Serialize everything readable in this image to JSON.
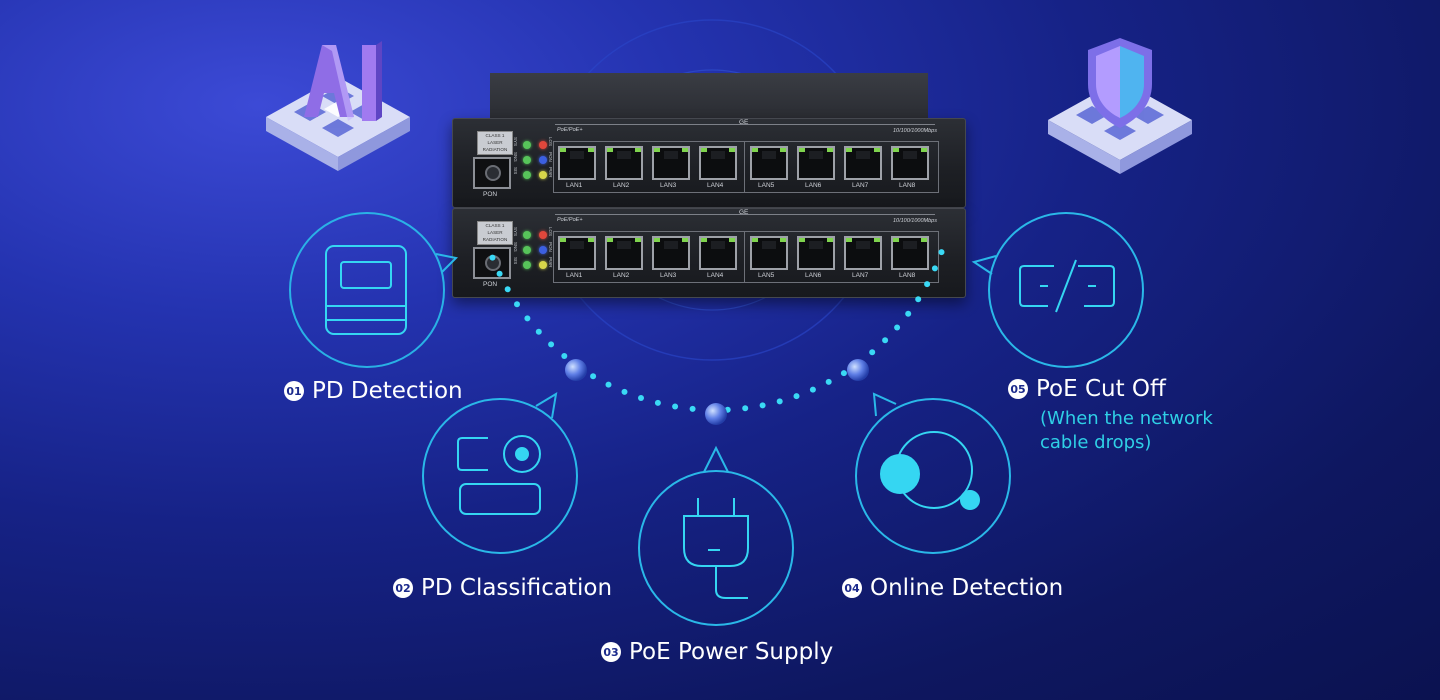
{
  "ai_badge": {
    "text": "AI"
  },
  "features": [
    {
      "num": "01",
      "label": "PD Detection"
    },
    {
      "num": "02",
      "label": "PD Classification"
    },
    {
      "num": "03",
      "label": "PoE Power Supply"
    },
    {
      "num": "04",
      "label": "Online Detection"
    },
    {
      "num": "05",
      "label": "PoE Cut Off",
      "note": "(When the network cable drops)"
    }
  ],
  "device": {
    "units": [
      {
        "class_label": "CLASS 1 LASER RADIATION",
        "band_label": "GE",
        "poe_label": "PoE/PoE+",
        "speed_label": "10/100/1000Mbps",
        "pon_label": "PON",
        "led_labels": [
          "LOS",
          "PON",
          "PWR",
          "SYS",
          "SNG",
          "SIS"
        ],
        "ports": [
          "LAN1",
          "LAN2",
          "LAN3",
          "LAN4",
          "LAN5",
          "LAN6",
          "LAN7",
          "LAN8"
        ]
      },
      {
        "class_label": "CLASS 1 LASER RADIATION",
        "band_label": "GE",
        "poe_label": "PoE/PoE+",
        "speed_label": "10/100/1000Mbps",
        "pon_label": "PON",
        "led_labels": [
          "LOS",
          "PON",
          "PWR",
          "SYS",
          "SNG",
          "SIS"
        ],
        "ports": [
          "LAN1",
          "LAN2",
          "LAN3",
          "LAN4",
          "LAN5",
          "LAN6",
          "LAN7",
          "LAN8"
        ]
      }
    ]
  },
  "colors": {
    "accent_cyan": "#35d6f2",
    "bg_dark": "#0e1760",
    "bg_light": "#3c4ad6"
  },
  "icons": [
    "ai-isometric-icon",
    "shield-isometric-icon",
    "device-icon",
    "classification-icon",
    "power-plug-icon",
    "orbit-icon",
    "cut-link-icon"
  ]
}
